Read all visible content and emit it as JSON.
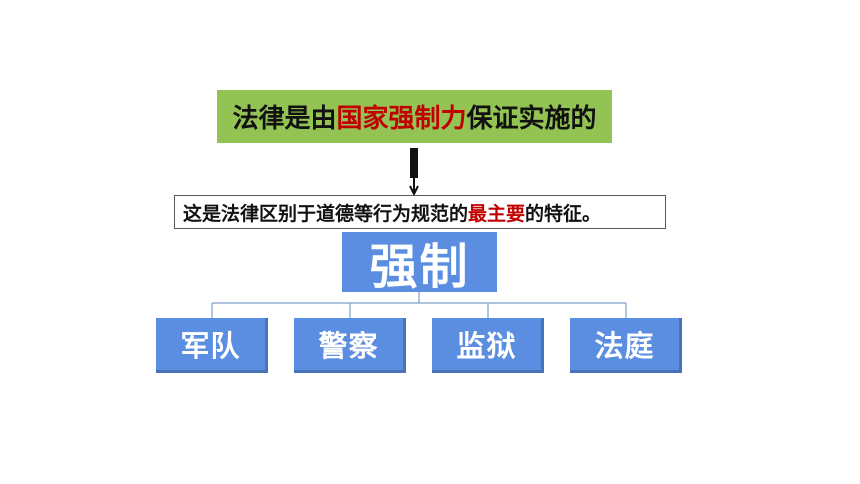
{
  "statement": {
    "prefix": "法律是由",
    "highlight": "国家强制力",
    "suffix": "保证实施的"
  },
  "note": {
    "prefix": "这是法律区别于道德等行为规范的",
    "highlight": "最主要",
    "suffix": "的特征。"
  },
  "root": {
    "label": "强制"
  },
  "children": [
    {
      "label": "军队"
    },
    {
      "label": "警察"
    },
    {
      "label": "监狱"
    },
    {
      "label": "法庭"
    }
  ],
  "colors": {
    "statement_bg": "#92c353",
    "highlight": "#c00000",
    "node_bg": "#5b8de0",
    "connector": "#7f9fcf"
  }
}
